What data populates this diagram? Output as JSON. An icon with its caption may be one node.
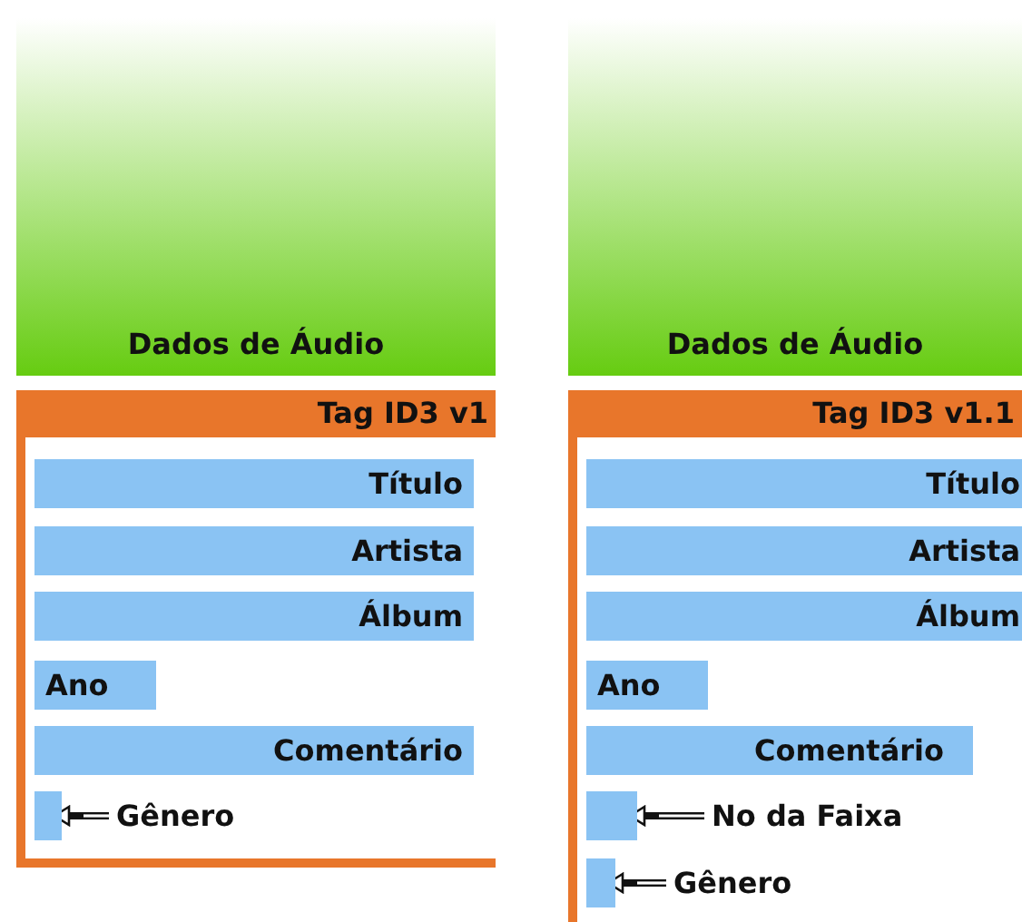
{
  "diagram": {
    "nodes": [
      {
        "text": [
          "Dados de Áudio"
        ]
      },
      {
        "text": [
          "Tag ID3 v1"
        ]
      },
      {
        "text": [
          "Título"
        ],
        "in": 1
      },
      {
        "text": [
          "Artista"
        ],
        "in": 1
      },
      {
        "text": [
          "Álbum"
        ],
        "in": 1
      },
      {
        "text": [
          "Ano"
        ],
        "in": 1
      },
      {
        "text": [
          "Comentário"
        ],
        "in": 1
      },
      {
        "text": [],
        "shape": "bar",
        "in": 1
      },
      {
        "text": [
          "Gênero"
        ],
        "in": 1
      },
      {
        "text": [
          "Dados de Áudio"
        ]
      },
      {
        "text": [
          "Tag ID3 v1.1"
        ]
      },
      {
        "text": [
          "Título"
        ],
        "in": 10
      },
      {
        "text": [
          "Artista"
        ],
        "in": 10
      },
      {
        "text": [
          "Álbum"
        ],
        "in": 10
      },
      {
        "text": [
          "Ano"
        ],
        "in": 10
      },
      {
        "text": [
          "Comentário"
        ],
        "in": 10
      },
      {
        "text": [],
        "shape": "bar",
        "in": 10
      },
      {
        "text": [
          "No da Faixa"
        ],
        "in": 10
      },
      {
        "text": [],
        "shape": "bar",
        "in": 10
      },
      {
        "text": [
          "Gênero"
        ],
        "in": 10
      }
    ],
    "edges": [
      {
        "from": 8,
        "to": 7,
        "arrow": "to"
      },
      {
        "from": 17,
        "to": 16,
        "arrow": "to"
      },
      {
        "from": 19,
        "to": 18,
        "arrow": "to"
      }
    ]
  }
}
